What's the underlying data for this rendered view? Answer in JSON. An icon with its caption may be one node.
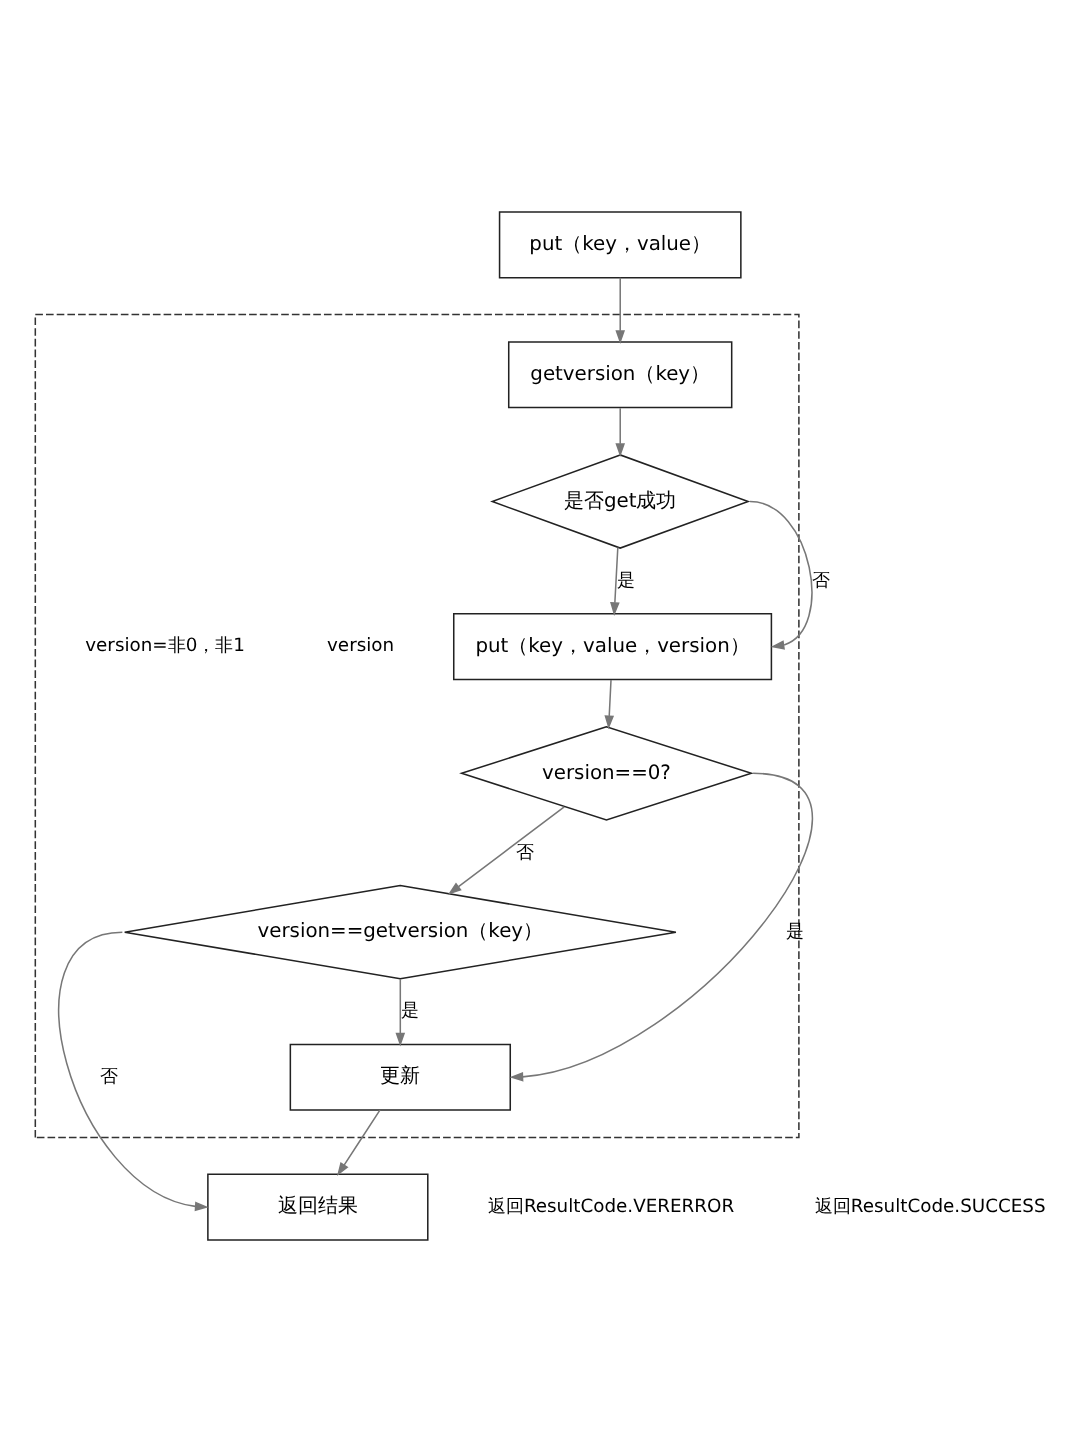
{
  "diagram": {
    "nodes": [
      {
        "text": [
          "put（key，value）"
        ]
      },
      {
        "text": [],
        "shape": "box"
      },
      {
        "text": [
          "getversion（key）"
        ],
        "in": 1
      },
      {
        "text": [
          "是否get成功"
        ],
        "in": 1
      },
      {
        "text": [
          "put（key，value，version）"
        ],
        "in": 1
      },
      {
        "text": [
          "version==0?"
        ],
        "in": 1
      },
      {
        "text": [
          "version==getversion（key）"
        ],
        "in": 1
      },
      {
        "text": [
          "更新"
        ],
        "in": 1
      },
      {
        "text": [
          "返回结果"
        ]
      }
    ],
    "edges": [
      {
        "from": 0,
        "to": 2,
        "arrow": "to"
      },
      {
        "from": 2,
        "to": 3,
        "arrow": "to"
      },
      {
        "from": 3,
        "to": 4,
        "arrow": "to",
        "label": "是"
      },
      {
        "from": 3,
        "to": 4,
        "arrow": "to",
        "label": "否"
      },
      {
        "from": 4,
        "to": 5,
        "arrow": "to"
      },
      {
        "from": 5,
        "to": 7,
        "arrow": "to",
        "label": "是"
      },
      {
        "from": 5,
        "to": 6,
        "arrow": "to",
        "label": "否"
      },
      {
        "from": 6,
        "to": 7,
        "arrow": "to",
        "label": "是"
      },
      {
        "from": 6,
        "to": 8,
        "arrow": "to",
        "label": "否"
      },
      {
        "from": 7,
        "to": 8,
        "arrow": "to"
      }
    ],
    "labels": [
      "version",
      "version=非0，非1",
      "返回ResultCode.VERERROR",
      "返回ResultCode.SUCCESS"
    ]
  }
}
